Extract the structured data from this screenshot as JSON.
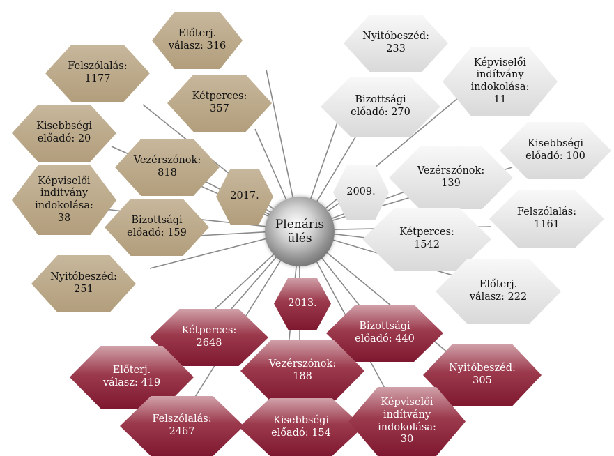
{
  "center": {
    "label": "Plenáris\nülés"
  },
  "groups": {
    "y2017": {
      "year": "2017.",
      "color": "#b8a583",
      "items": [
        {
          "label": "Előterj.\nválasz: 316"
        },
        {
          "label": "Felszólalás:\n1177"
        },
        {
          "label": "Kétperces:\n357"
        },
        {
          "label": "Kisebbségi\nelőadó: 20"
        },
        {
          "label": "Vezérszónok:\n818"
        },
        {
          "label": "Képviselői\nindítvány\nindokolása:\n38"
        },
        {
          "label": "Bizottsági\nelőadó: 159"
        },
        {
          "label": "Nyitóbeszéd:\n251"
        }
      ]
    },
    "y2009": {
      "year": "2009.",
      "color": "#e6e6e6",
      "items": [
        {
          "label": "Nyitóbeszéd:\n233"
        },
        {
          "label": "Képviselői\nindítvány\nindokolása:\n11"
        },
        {
          "label": "Bizottsági\nelőadó: 270"
        },
        {
          "label": "Kisebbségi\nelőadó: 100"
        },
        {
          "label": "Vezérszónok:\n139"
        },
        {
          "label": "Felszólalás:\n1161"
        },
        {
          "label": "Kétperces:\n1542"
        },
        {
          "label": "Előterj.\nválasz: 222"
        }
      ]
    },
    "y2013": {
      "year": "2013.",
      "color": "#8c2a3f",
      "items": [
        {
          "label": "Kétperces:\n2648"
        },
        {
          "label": "Bizottsági\nelőadó: 440"
        },
        {
          "label": "Előterj.\nválasz: 419"
        },
        {
          "label": "Vezérszónok:\n188"
        },
        {
          "label": "Nyitóbeszéd:\n305"
        },
        {
          "label": "Felszólalás:\n2467"
        },
        {
          "label": "Kisebbségi\nelőadó: 154"
        },
        {
          "label": "Képviselői\nindítvány\nindokolása:\n30"
        }
      ]
    }
  }
}
